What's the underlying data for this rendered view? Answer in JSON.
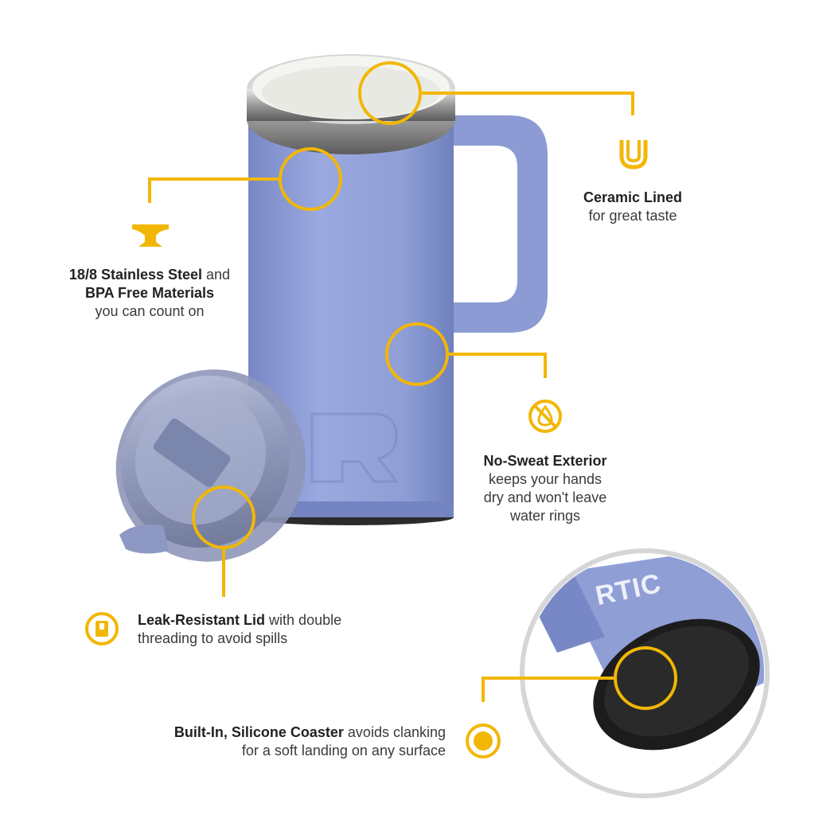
{
  "brand": {
    "logo_text": "RTIC",
    "accent_color": "#f2b705",
    "mug_color": "#8f9fd6",
    "mug_shadow": "#7384c0",
    "coaster_color": "#1c1c1c"
  },
  "callouts": {
    "ceramic": {
      "bold": "Ceramic Lined",
      "line2": "for great taste",
      "icon": "ceramic-cup-icon"
    },
    "steel": {
      "bold1": "18/8 Stainless Steel",
      "rest1": " and",
      "bold2": "BPA Free Materials",
      "line3": "you can count on",
      "icon": "anvil-icon"
    },
    "sweat": {
      "bold": "No-Sweat Exterior",
      "line2": "keeps your hands",
      "line3": "dry and won't leave",
      "line4": "water rings",
      "icon": "no-drop-icon"
    },
    "lid": {
      "bold": "Leak-Resistant Lid",
      "rest1": " with double",
      "line2": "threading to avoid spills",
      "icon": "lid-icon"
    },
    "coaster": {
      "bold": "Built-In, Silicone Coaster",
      "rest1": " avoids clanking",
      "line2": "for a soft landing on any surface",
      "icon": "coaster-icon"
    }
  }
}
